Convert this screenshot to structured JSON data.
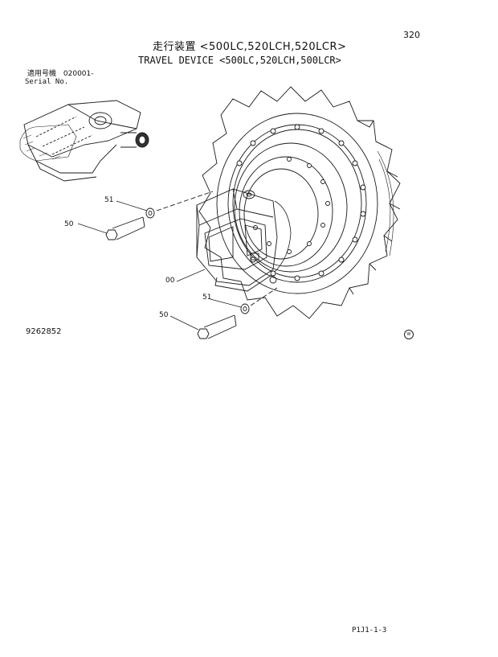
{
  "page_number": "320",
  "title_jp": "走行装置 <500LC,520LCH,520LCR>",
  "title_en": "TRAVEL DEVICE <500LC,520LCH,500LCR>",
  "serial": {
    "label_jp": "適用号機",
    "value": "020001-",
    "label_en": "Serial No."
  },
  "callouts": {
    "bolt_upper_washer": "51",
    "bolt_upper": "50",
    "travel_device": "00",
    "bolt_lower_washer": "51",
    "bolt_lower": "50"
  },
  "drawing_number": "9262852",
  "revision_mark": "W",
  "footer_code": "P1J1-1-3"
}
